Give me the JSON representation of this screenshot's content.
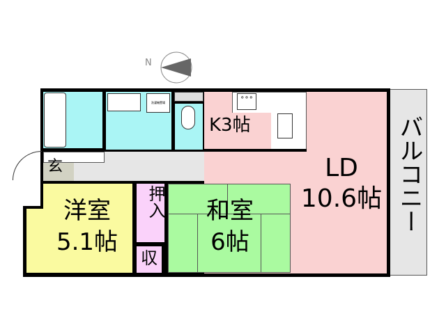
{
  "compass": {
    "label": "N"
  },
  "rooms": {
    "kitchen": {
      "name": "K",
      "size": "3帖",
      "label": "K3帖"
    },
    "ld": {
      "name": "LD",
      "size": "10.6帖"
    },
    "balcony": {
      "name": "バルコニー"
    },
    "entrance": {
      "name": "玄"
    },
    "western": {
      "name": "洋室",
      "size": "5.1帖"
    },
    "closet": {
      "top": "押入",
      "bottom": "収"
    },
    "japanese": {
      "name": "和室",
      "size": "6帖"
    },
    "washer": {
      "name": "洗濯機置場"
    }
  },
  "colors": {
    "bath": "#aaf5f5",
    "ld": "#fad2d2",
    "hall": "#e6e6e6",
    "western": "#fafaa0",
    "closet": "#fad2fa",
    "japanese": "#aafaa0",
    "balcony": "#e6e6e6",
    "entrance": "#d2d2c3"
  }
}
